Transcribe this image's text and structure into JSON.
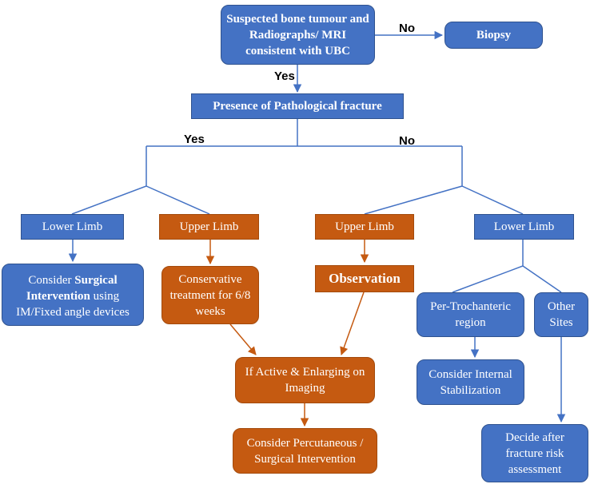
{
  "colors": {
    "blue": "#4472c4",
    "blue_border": "#2f528f",
    "orange": "#c55a11",
    "orange_border": "#a34a0c"
  },
  "nodes": {
    "start": "Suspected bone tumour and Radiographs/ MRI consistent with UBC",
    "biopsy": "Biopsy",
    "pathological_fracture": "Presence of Pathological fracture",
    "yes_lower_limb": "Lower Limb",
    "yes_upper_limb": "Upper Limb",
    "no_upper_limb": "Upper Limb",
    "no_lower_limb": "Lower Limb",
    "surgical_pre": "Consider ",
    "surgical_bold": "Surgical Intervention",
    "surgical_post": " using IM/Fixed angle devices",
    "conservative": "Conservative treatment for 6/8 weeks",
    "observation": "Observation",
    "active_enlarging": "If Active & Enlarging on Imaging",
    "percutaneous": "Consider Percutaneous / Surgical Intervention",
    "per_trochanteric": "Per-Trochanteric region",
    "other_sites": "Other Sites",
    "internal_stabilization": "Consider Internal Stabilization",
    "fracture_risk": "Decide after fracture risk assessment"
  },
  "labels": {
    "no_biopsy": "No",
    "yes_fracture": "Yes",
    "yes_branch": "Yes",
    "no_branch": "No"
  }
}
